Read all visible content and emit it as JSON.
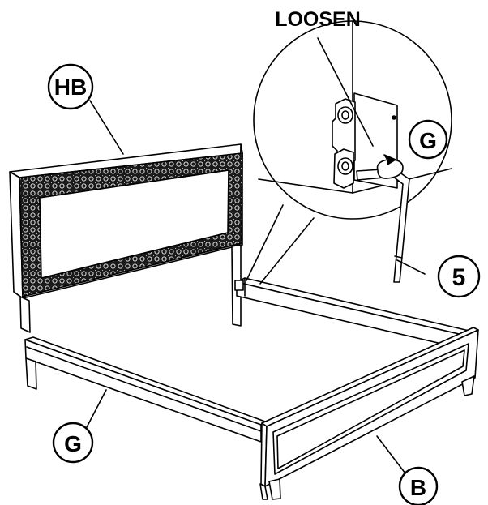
{
  "title": "LOOSEN",
  "callouts": {
    "headboard": "HB",
    "rail_detail": "G",
    "left_rail": "G",
    "footboard": "B",
    "tool": "5"
  },
  "colors": {
    "line": "#000000",
    "paper": "#ffffff",
    "lattice": "#1a1a1a"
  }
}
